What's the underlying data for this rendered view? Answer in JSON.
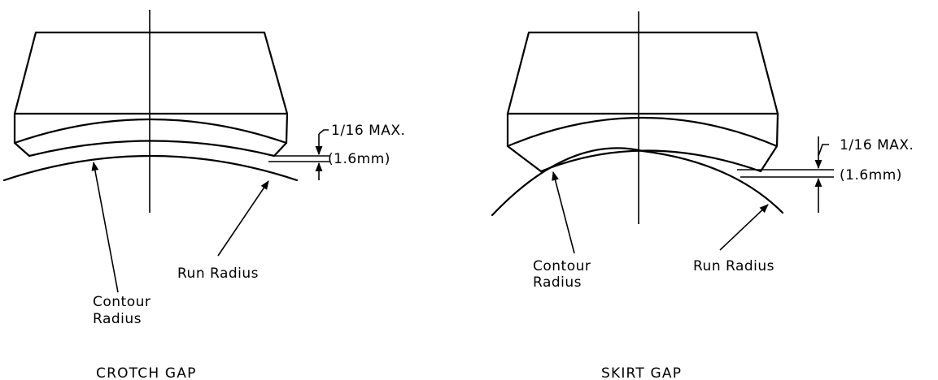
{
  "left_figure": {
    "dimension_value": "1/16 MAX.",
    "dimension_metric": "(1.6mm)",
    "contour_label_line1": "Contour",
    "contour_label_line2": "Radius",
    "run_label": "Run Radius",
    "caption": "CROTCH GAP"
  },
  "right_figure": {
    "dimension_value": "1/16 MAX.",
    "dimension_metric": "(1.6mm)",
    "contour_label_line1": "Contour",
    "contour_label_line2": "Radius",
    "run_label": "Run Radius",
    "caption": "SKIRT GAP"
  }
}
